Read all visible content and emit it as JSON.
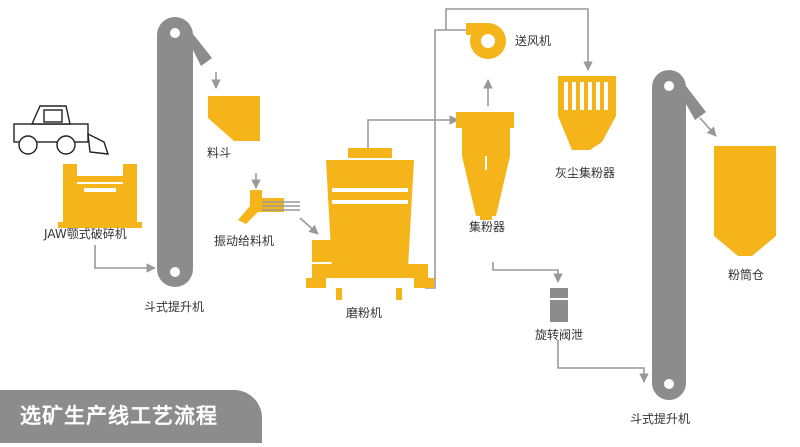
{
  "title": "选矿生产线工艺流程",
  "labels": {
    "jaw_crusher": "JAW颚式破碎机",
    "bucket_elevator_1": "斗式提升机",
    "hopper": "料斗",
    "vibrating_feeder": "振动给料机",
    "grinding_mill": "磨粉机",
    "blower": "送风机",
    "cyclone_collector": "集粉器",
    "dust_collector": "灰尘集粉器",
    "rotary_valve": "旋转阀泄",
    "bucket_elevator_2": "斗式提升机",
    "powder_silo": "粉筒仓"
  },
  "colors": {
    "machine": "#f4b41a",
    "elevator": "#8c8c8c",
    "line": "#999999",
    "text": "#333333",
    "banner": "#8c8c8c"
  }
}
